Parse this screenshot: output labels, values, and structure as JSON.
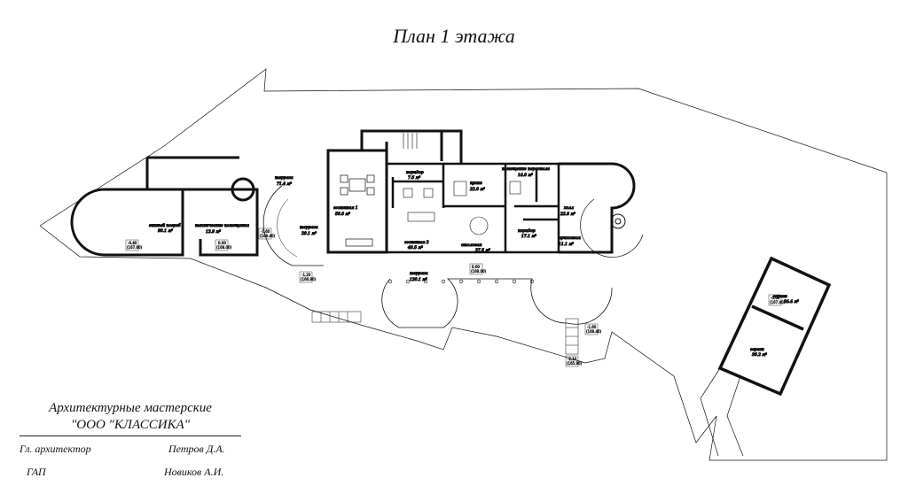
{
  "title": "План 1 этажа",
  "studio": {
    "line1": "Архитектурные мастерские",
    "line2": "\"ООО \"КЛАССИКА\""
  },
  "credits": [
    {
      "role": "Гл. архитектор",
      "name": "Петров Д.А."
    },
    {
      "role": "ГАП",
      "name": "Новиков А.И."
    }
  ],
  "rooms": [
    {
      "name": "винный погреб",
      "area": "90.1 м²"
    },
    {
      "name": "технические помещения",
      "area": "12.9 м²"
    },
    {
      "name": "терраса",
      "area": "71.4 м²"
    },
    {
      "name": "терраса",
      "area": "29.1 м²"
    },
    {
      "name": "гостиная 1",
      "area": "56.0 м²"
    },
    {
      "name": "коридор",
      "area": "7.6 м²"
    },
    {
      "name": "кухня",
      "area": "22.0 м²"
    },
    {
      "name": "помещение персонала",
      "area": "14.0 м²"
    },
    {
      "name": "гостиная 2",
      "area": "40.5 м²"
    },
    {
      "name": "столовая",
      "area": "27.5 м²"
    },
    {
      "name": "коридор",
      "area": "17.1 м²"
    },
    {
      "name": "холл",
      "area": "22.8 м²"
    },
    {
      "name": "прихожая",
      "area": "11.1 м²"
    },
    {
      "name": "терраса",
      "area": "120.1 м²"
    },
    {
      "name": "гараж",
      "area": "24.4 м²"
    },
    {
      "name": "гараж",
      "area": "36.2 м²"
    }
  ],
  "marks": [
    {
      "level": "-0.40",
      "abs": "(167.60)"
    },
    {
      "level": "0.00",
      "abs": "(168.00)"
    },
    {
      "level": "-1.60",
      "abs": "(166.40)"
    },
    {
      "level": "-1.20",
      "abs": "(166.80)"
    },
    {
      "level": "-2.10",
      "abs": "(165.90)"
    },
    {
      "level": "-1.60",
      "abs": "(166.40)"
    },
    {
      "level": "0.00",
      "abs": "(168.00)"
    },
    {
      "level": "-0.60",
      "abs": "(167.40)"
    }
  ]
}
